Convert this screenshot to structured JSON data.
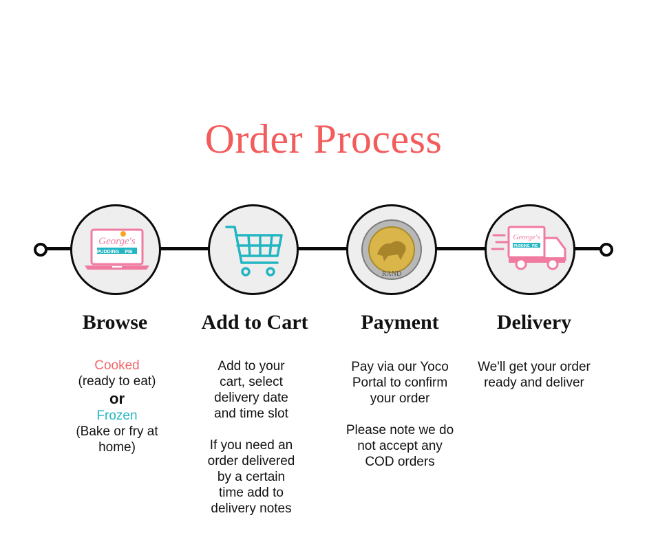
{
  "title": "Order Process",
  "logo_text": {
    "word1": "George's",
    "word2": "PUDDING",
    "word3": "PIE"
  },
  "coin_text": "RAND",
  "colors": {
    "coral": "#f25c5c",
    "teal": "#22b5c2",
    "pink": "#f07aa0",
    "line": "#0a0a0a"
  },
  "steps": [
    {
      "title": "Browse",
      "icon": "laptop-icon",
      "cooked": "Cooked",
      "cooked_detail": "(ready to eat)",
      "or": "or",
      "frozen": "Frozen",
      "frozen_detail_1": "(Bake or fry at",
      "frozen_detail_2": "home)"
    },
    {
      "title": "Add to Cart",
      "icon": "shopping-cart-icon",
      "lines": [
        "Add to your",
        "cart, select",
        "delivery date",
        "and time slot"
      ],
      "lines2": [
        "If you need an",
        "order delivered",
        "by a certain",
        "time add to",
        "delivery notes"
      ]
    },
    {
      "title": "Payment",
      "icon": "coin-icon",
      "lines": [
        "Pay via our Yoco",
        "Portal to confirm",
        "your order"
      ],
      "lines2": [
        "Please note we do",
        "not accept any",
        "COD orders"
      ]
    },
    {
      "title": "Delivery",
      "icon": "delivery-truck-icon",
      "lines": [
        "We'll get your order",
        "ready and deliver"
      ]
    }
  ]
}
